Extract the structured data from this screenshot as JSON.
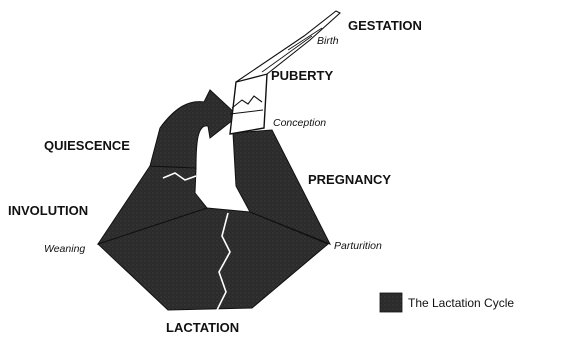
{
  "stages": {
    "gestation": "GESTATION",
    "puberty": "PUBERTY",
    "quiescence": "QUIESCENCE",
    "pregnancy": "PREGNANCY",
    "involution": "INVOLUTION",
    "lactation": "LACTATION"
  },
  "events": {
    "birth": "Birth",
    "conception": "Conception",
    "weaning": "Weaning",
    "parturition": "Parturition"
  },
  "legend": {
    "label": "The Lactation Cycle"
  },
  "colors": {
    "cycle_fill": "#2a2a2a",
    "line": "#111111",
    "background": "#ffffff"
  }
}
